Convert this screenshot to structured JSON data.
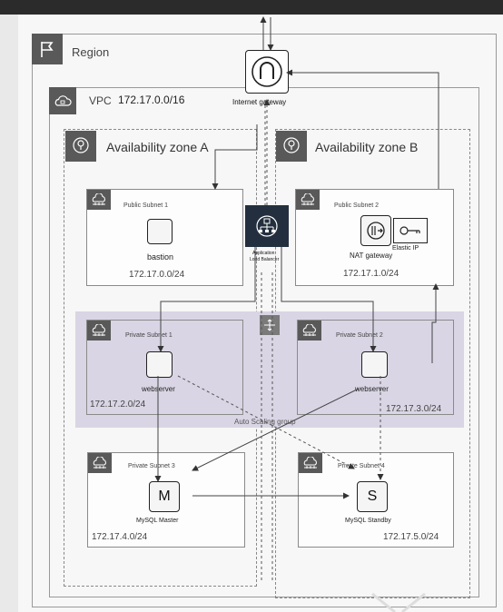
{
  "region": {
    "label": "Region"
  },
  "vpc": {
    "label": "VPC",
    "cidr": "172.17.0.0/16"
  },
  "internet_gateway": {
    "label": "Internet gateway"
  },
  "zones": [
    {
      "label": "Availability zone A"
    },
    {
      "label": "Availability zone B"
    }
  ],
  "load_balancer": {
    "line1": "Application",
    "line2": "Load Balancer"
  },
  "public_subnet_1": {
    "title": "Public Subnet 1",
    "instance": "bastion",
    "cidr": "172.17.0.0/24"
  },
  "public_subnet_2": {
    "title": "Public Subnet 2",
    "nat_label": "NAT gateway",
    "eip_label": "Elastic IP",
    "cidr": "172.17.1.0/24"
  },
  "private_subnet_1": {
    "title": "Private Subnet 1",
    "instance": "webserver",
    "cidr": "172.17.2.0/24"
  },
  "private_subnet_2": {
    "title": "Private Subnet 2",
    "instance": "webserver",
    "cidr": "172.17.3.0/24"
  },
  "auto_scaling": {
    "label": "Auto Scaling group"
  },
  "private_subnet_3": {
    "title": "Private Subnet 3",
    "db_letter": "M",
    "db_label": "MySQL Master",
    "cidr": "172.17.4.0/24"
  },
  "private_subnet_4": {
    "title": "Private Subnet 4",
    "db_letter": "S",
    "db_label": "MySQL Standby",
    "cidr": "172.17.5.0/24"
  },
  "colors": {
    "tag": "#595959",
    "asg_band": "#d9d5e4",
    "lb_tile": "#232f3e"
  },
  "icons": [
    "flag-icon",
    "cloud-lock-icon",
    "location-pin-icon",
    "cloud-subnet-icon",
    "gateway-arch-icon",
    "load-balancer-icon",
    "nat-gateway-icon",
    "key-icon",
    "database-icon",
    "auto-scaling-icon"
  ]
}
